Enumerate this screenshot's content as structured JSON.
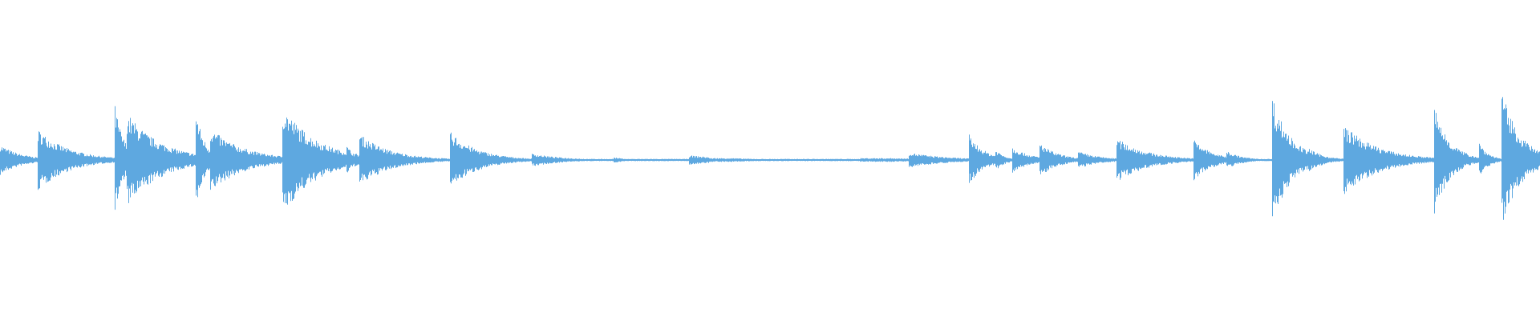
{
  "waveform": {
    "color": "#5ea8e0",
    "background": "#ffffff",
    "bursts": [
      {
        "t": 0.0,
        "amp": 0.16,
        "decay": 0.014
      },
      {
        "t": 0.024,
        "amp": 0.33,
        "decay": 0.02
      },
      {
        "t": 0.074,
        "amp": 0.62,
        "decay": 0.006
      },
      {
        "t": 0.082,
        "amp": 0.5,
        "decay": 0.022
      },
      {
        "t": 0.127,
        "amp": 0.52,
        "decay": 0.006
      },
      {
        "t": 0.136,
        "amp": 0.34,
        "decay": 0.022
      },
      {
        "t": 0.183,
        "amp": 0.58,
        "decay": 0.022
      },
      {
        "t": 0.225,
        "amp": 0.15,
        "decay": 0.006
      },
      {
        "t": 0.233,
        "amp": 0.28,
        "decay": 0.02
      },
      {
        "t": 0.292,
        "amp": 0.3,
        "decay": 0.018
      },
      {
        "t": 0.345,
        "amp": 0.07,
        "decay": 0.02
      },
      {
        "t": 0.398,
        "amp": 0.03,
        "decay": 0.01
      },
      {
        "t": 0.447,
        "amp": 0.05,
        "decay": 0.03
      },
      {
        "t": 0.558,
        "amp": 0.03,
        "decay": 0.05
      },
      {
        "t": 0.59,
        "amp": 0.08,
        "decay": 0.025
      },
      {
        "t": 0.629,
        "amp": 0.27,
        "decay": 0.01
      },
      {
        "t": 0.646,
        "amp": 0.12,
        "decay": 0.006
      },
      {
        "t": 0.657,
        "amp": 0.14,
        "decay": 0.012
      },
      {
        "t": 0.675,
        "amp": 0.18,
        "decay": 0.012
      },
      {
        "t": 0.7,
        "amp": 0.09,
        "decay": 0.015
      },
      {
        "t": 0.725,
        "amp": 0.23,
        "decay": 0.02
      },
      {
        "t": 0.775,
        "amp": 0.22,
        "decay": 0.012
      },
      {
        "t": 0.796,
        "amp": 0.1,
        "decay": 0.01
      },
      {
        "t": 0.826,
        "amp": 0.67,
        "decay": 0.012
      },
      {
        "t": 0.85,
        "amp": 0.12,
        "decay": 0.01
      },
      {
        "t": 0.872,
        "amp": 0.38,
        "decay": 0.022
      },
      {
        "t": 0.931,
        "amp": 0.58,
        "decay": 0.01
      },
      {
        "t": 0.96,
        "amp": 0.2,
        "decay": 0.006
      },
      {
        "t": 0.975,
        "amp": 0.72,
        "decay": 0.012
      }
    ]
  }
}
